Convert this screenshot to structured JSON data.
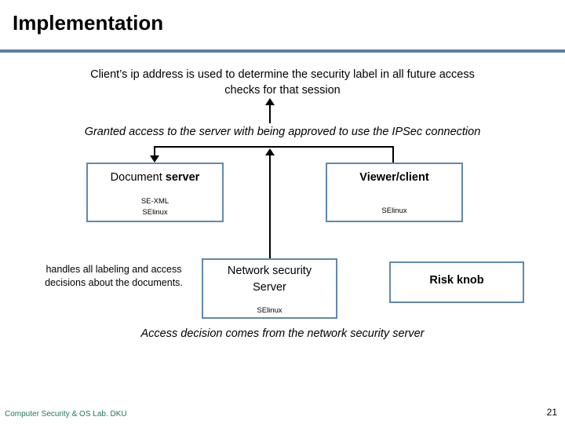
{
  "slide": {
    "title": "Implementation",
    "captions": {
      "top": "Client’s ip address is used to determine the security label in all future access checks for that session",
      "granted": "Granted access to the server with being approved to use the IPSec connection",
      "bottom": "Access decision comes from the network security server",
      "note_left": "handles all labeling and access decisions about the documents."
    },
    "boxes": {
      "document_server": {
        "title_plain": "Document ",
        "title_bold": "server",
        "sub_line1": "SE-XML",
        "sub_line2": "SElinux"
      },
      "viewer_client": {
        "title": "Viewer/client",
        "sub": "SElinux"
      },
      "network_security_server": {
        "title_line1": "Network security",
        "title_line2": "Server",
        "sub": "SElinux"
      },
      "risk_knob": {
        "title": "Risk knob"
      }
    },
    "footer": {
      "lab": "Computer Security & OS Lab. DKU",
      "page_number": "21"
    },
    "colors": {
      "rule": "#5b7fa6",
      "box_border": "#6189ad",
      "footer_text": "#1f7a5a",
      "connector": "#000000"
    }
  }
}
